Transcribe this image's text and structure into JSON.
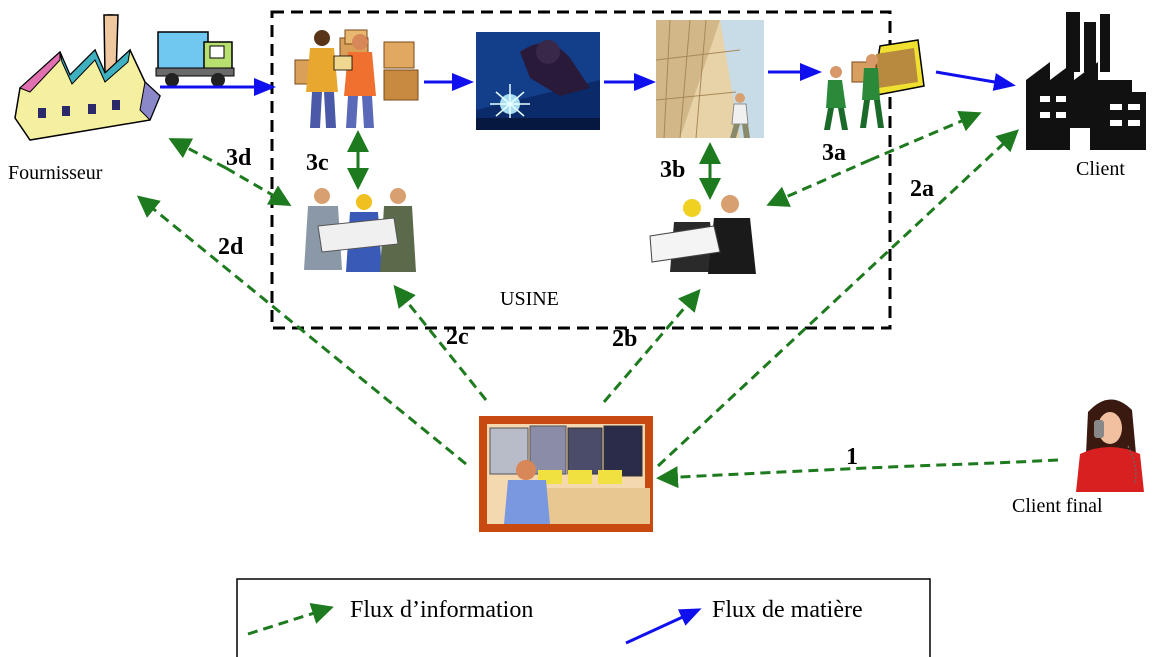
{
  "nodes": {
    "supplier": "Fournisseur",
    "client": "Client",
    "final_client": "Client final",
    "factory": "USINE"
  },
  "flow_labels": {
    "l1": "1",
    "l2a": "2a",
    "l2b": "2b",
    "l2c": "2c",
    "l2d": "2d",
    "l3a": "3a",
    "l3b": "3b",
    "l3c": "3c",
    "l3d": "3d"
  },
  "legend": {
    "info": "Flux d’information",
    "material": "Flux de matière"
  },
  "colors": {
    "info_flow": "#1e7a1e",
    "material_flow": "#1010ee",
    "factory_border": "#000000"
  }
}
